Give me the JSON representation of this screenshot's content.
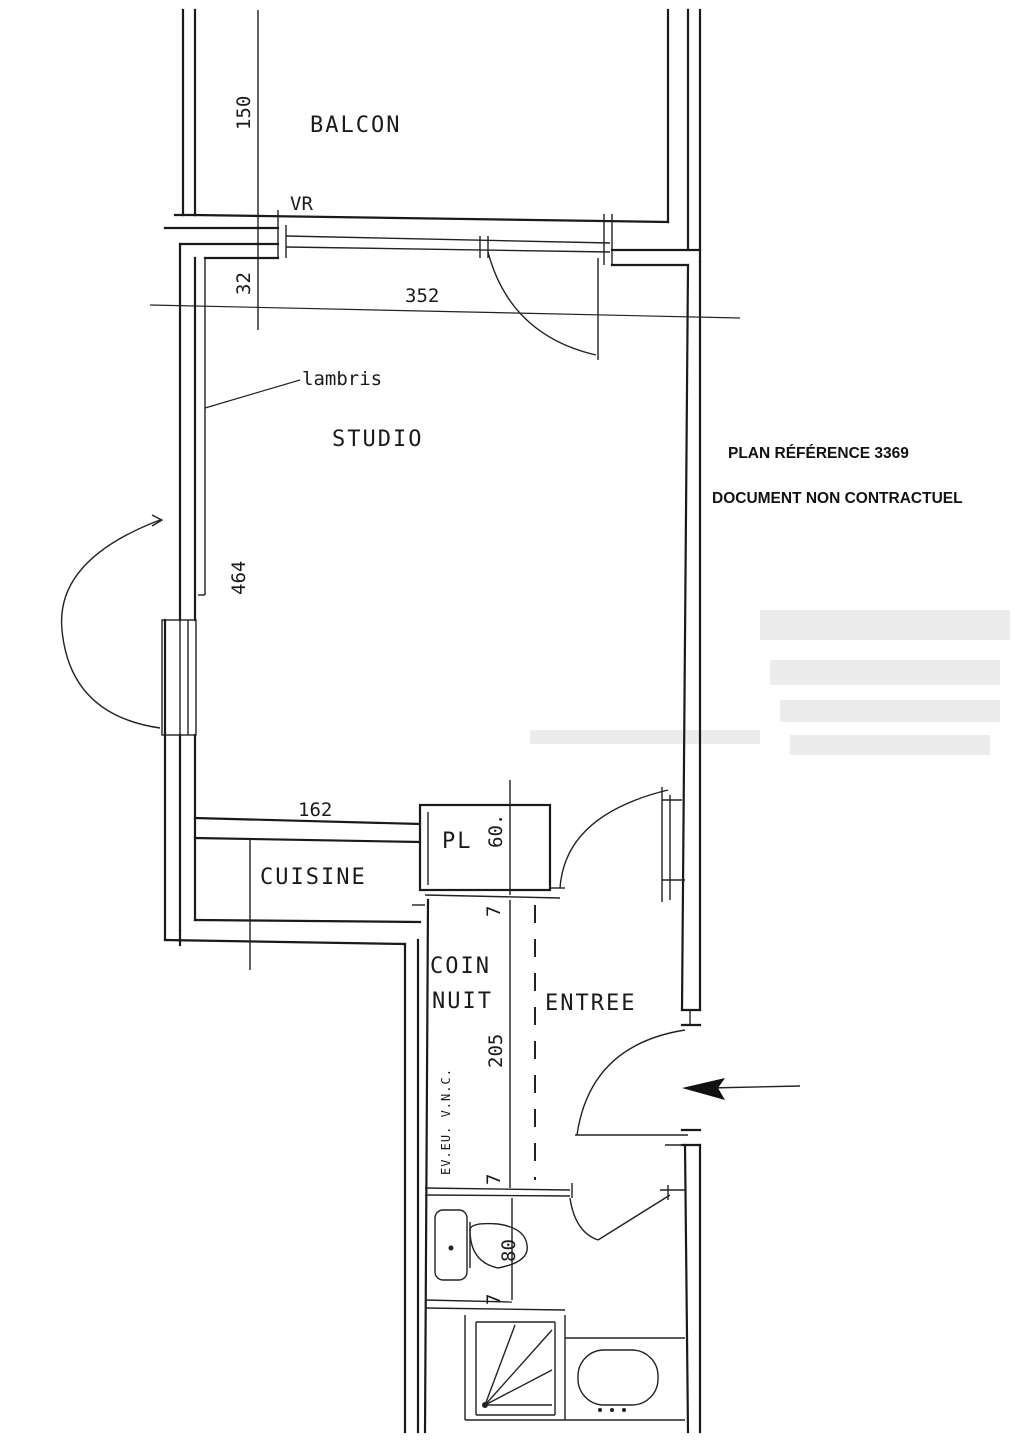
{
  "header": {
    "reference": "PLAN RÉFÉRENCE 3369",
    "disclaimer": "DOCUMENT NON CONTRACTUEL"
  },
  "rooms": {
    "balcon": "BALCON",
    "studio": "STUDIO",
    "cuisine": "CUISINE",
    "pl": "PL",
    "coin_nuit_line1": "COIN",
    "coin_nuit_line2": "NUIT",
    "entree": "ENTREE"
  },
  "annotations": {
    "vr": "VR",
    "lambris": "lambris",
    "evac": "EV.EU. V.N.C."
  },
  "dimensions": {
    "balcon_depth": "150",
    "studio_width": "352",
    "wall_32": "32",
    "studio_length": "464",
    "kitchen_162": "162",
    "pl_60": "60.",
    "coin_nuit_205": "205",
    "seven_a": "7",
    "seven_b": "7",
    "seven_c": "7",
    "wc_80": "80"
  }
}
